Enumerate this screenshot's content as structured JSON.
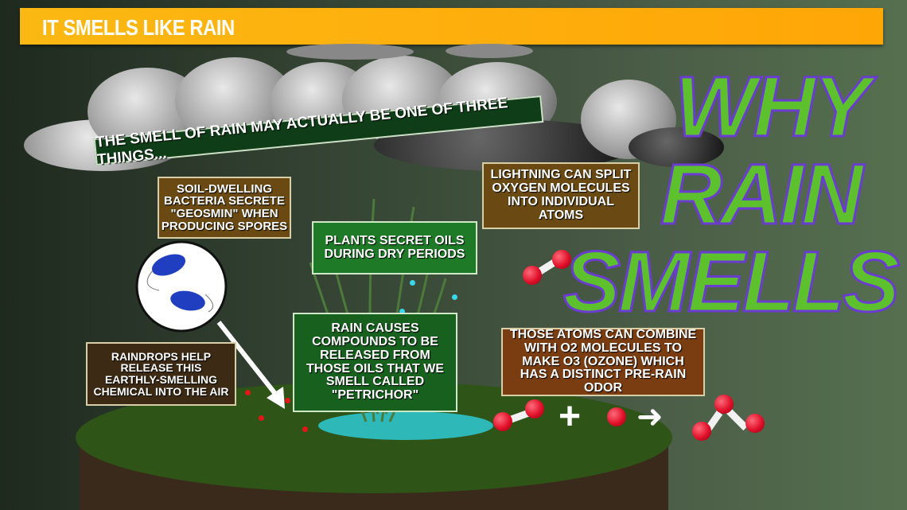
{
  "banner": {
    "title": "IT SMELLS LIKE RAIN",
    "color": "#fcb812"
  },
  "tagline": "THE SMELL OF RAIN MAY ACTUALLY BE ONE OF THREE THINGS...",
  "boxes": {
    "soil": "SOIL-DWELLING BACTERIA SECRETE \"GEOSMIN\" WHEN PRODUCING SPORES",
    "plants": "PLANTS SECRET OILS DURING DRY PERIODS",
    "lightning": "LIGHTNING CAN SPLIT OXYGEN MOLECULES INTO INDIVIDUAL ATOMS",
    "ozone": "THOSE ATOMS CAN COMBINE WITH O2 MOLECULES TO MAKE O3 (OZONE) WHICH HAS A DISTINCT PRE-RAIN ODOR",
    "petrichor": "RAIN CAUSES COMPOUNDS TO BE RELEASED FROM THOSE OILS THAT WE SMELL CALLED \"PETRICHOR\"",
    "raindrops": "RAINDROPS HELP RELEASE THIS EARTHLY-SMELLING CHEMICAL INTO THE AIR"
  },
  "overlay": {
    "line1": "WHY",
    "line2": "RAIN",
    "line3": "SMELLS",
    "fill": "#5cc12c",
    "outline": "#6a3cd0"
  },
  "equation": {
    "plus": "+",
    "arrow": "➜"
  }
}
